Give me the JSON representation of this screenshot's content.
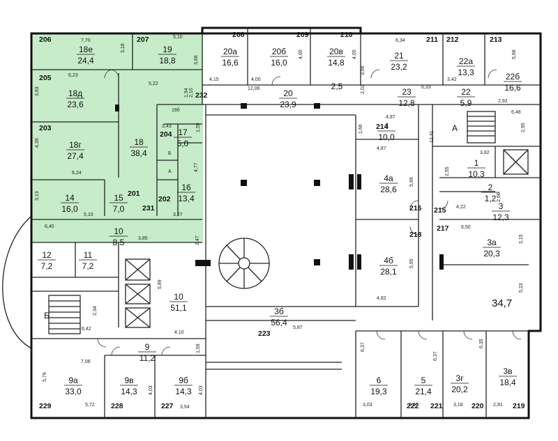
{
  "colors": {
    "highlight": "#c6ecc9",
    "wall": "#111111"
  },
  "ids": {
    "r206": "206",
    "r207": "207",
    "r208": "208",
    "r209": "209",
    "r210": "210",
    "r211": "211",
    "r212": "212",
    "r213": "213",
    "r205": "205",
    "r203": "203",
    "r232": "232",
    "r214": "214",
    "r204": "204",
    "r201": "201",
    "r202": "202",
    "r231": "231",
    "r216": "216",
    "r218": "218",
    "r215": "215",
    "r217": "217",
    "r223": "223",
    "r229": "229",
    "r228": "228",
    "r227": "227",
    "r222": "222",
    "r221": "221",
    "r220": "220",
    "r219": "219"
  },
  "rooms": {
    "r18e": {
      "name": "18е",
      "area": "24,4"
    },
    "r19": {
      "name": "19",
      "area": "18,8"
    },
    "r20a": {
      "name": "20а",
      "area": "16,6"
    },
    "r20b": {
      "name": "20б",
      "area": "16,0"
    },
    "r20v": {
      "name": "20в",
      "area": "14,8"
    },
    "r21": {
      "name": "21",
      "area": "23,2"
    },
    "r22a": {
      "name": "22а",
      "area": "13,3"
    },
    "r22b": {
      "name": "22б",
      "area": "16,6"
    },
    "r18d": {
      "name": "18д",
      "area": "23,6"
    },
    "r20": {
      "name": "20",
      "area": "23,9"
    },
    "r20s": {
      "area": "2,5"
    },
    "r23": {
      "name": "23",
      "area": "12,8"
    },
    "r22": {
      "name": "22",
      "area": "5,9"
    },
    "r18b": {
      "name": "18б"
    },
    "r18g": {
      "name": "18г",
      "area": "27,4"
    },
    "r18": {
      "name": "18",
      "area": "38,4"
    },
    "r17": {
      "name": "17",
      "area": "5,0"
    },
    "r4": {
      "name": "4",
      "area": "10,0"
    },
    "rB1": {
      "name": "Б"
    },
    "rA1": {
      "name": "А"
    },
    "rA2": {
      "name": "А"
    },
    "r1": {
      "name": "1",
      "area": "10,3"
    },
    "r4a": {
      "name": "4а",
      "area": "28,6"
    },
    "r14": {
      "name": "14",
      "area": "16,0"
    },
    "r15": {
      "name": "15",
      "area": "7,0"
    },
    "r16": {
      "name": "16",
      "area": "13,4"
    },
    "r2": {
      "name": "2",
      "area": "1,2"
    },
    "r3": {
      "name": "3",
      "area": "12,3"
    },
    "r10a": {
      "name": "10",
      "area": "8,5"
    },
    "r12": {
      "name": "12",
      "area": "7,2"
    },
    "r11": {
      "name": "11",
      "area": "7,2"
    },
    "r3a": {
      "name": "3а",
      "area": "20,3"
    },
    "r4b": {
      "name": "4б",
      "area": "28,1"
    },
    "r10b": {
      "name": "10",
      "area": "51,1"
    },
    "rB2": {
      "name": "Б"
    },
    "r3b": {
      "name": "3б",
      "area": "56,4"
    },
    "r347": {
      "area": "34,7"
    },
    "r9": {
      "name": "9",
      "area": "11,2"
    },
    "r9a": {
      "name": "9а",
      "area": "33,0"
    },
    "r9v": {
      "name": "9в",
      "area": "14,3"
    },
    "r9b": {
      "name": "9б",
      "area": "14,3"
    },
    "r6": {
      "name": "6",
      "area": "19,3"
    },
    "r5": {
      "name": "5",
      "area": "21,4"
    },
    "r3g": {
      "name": "3г",
      "area": "20,2"
    },
    "r3v": {
      "name": "3в",
      "area": "18,4"
    }
  },
  "dims": {
    "d1": "7,70",
    "d2": "5,10",
    "d3": "3,18",
    "d4": "3,68",
    "d5": "4,15",
    "d6": "4,00",
    "d7": "12,06",
    "d8": "4,00",
    "d9": "4,00",
    "d10": "3,66",
    "d11": "6,34",
    "d12": "3,42",
    "d13": "5,68",
    "d14": "6,23",
    "d15": "5,22",
    "d16": "3,83",
    "d17": "1,94",
    "d18": "2,10",
    "d19": "6,33",
    "d20": "2,02",
    "d21": "2,92",
    "d22": "6,48",
    "d23": "3,43",
    "d24": "1,59",
    "d25": "1,66",
    "d26": "4,87",
    "d27": "2,95",
    "d28": "12,31",
    "d29": "4,39",
    "d30": "4,87",
    "d31": "3,82",
    "d32": "6,24",
    "d33": "4,77",
    "d34": "5,99",
    "d35": "2,55",
    "d36": "3,13",
    "d37": "5,10",
    "d38": "3,27",
    "d39": "4,22",
    "d40": "2,66",
    "d41": "6,40",
    "d42": "6,50",
    "d43": "3,85",
    "d44": "2,47",
    "d45": "3,15",
    "d46": "5,95",
    "d47": "5,89",
    "d48": "5,23",
    "d49": "4,82",
    "d50": "2,34",
    "d51": "6,42",
    "d52": "4,10",
    "d53": "5,87",
    "d54": "1,59",
    "d55": "6,37",
    "d56": "6,37",
    "d57": "6,35",
    "d58": "7,06",
    "d59": "5,79",
    "d60": "4,03",
    "d61": "4,03",
    "d62": "5,72",
    "d63": "3,54",
    "d64": "3,03",
    "d65": "3,40",
    "d66": "3,18",
    "d67": "2,91"
  }
}
